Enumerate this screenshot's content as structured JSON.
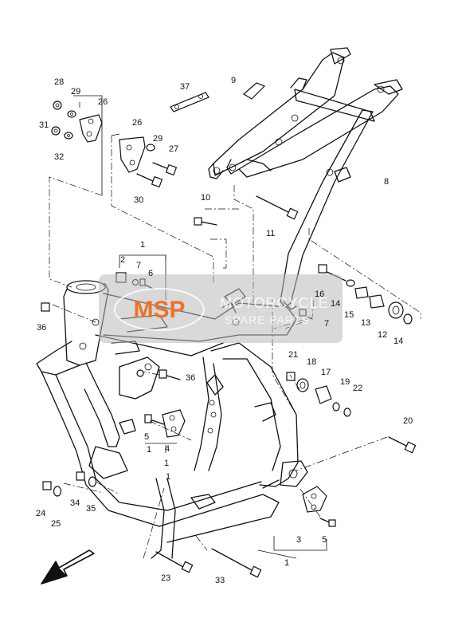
{
  "watermark": {
    "logo": "MSP",
    "line1": "MOTORCYCLE",
    "line2": "SPARE PARTS",
    "accent_color": "#e8742c",
    "panel_color": "#b9b9b9"
  },
  "labels": {
    "p1a": "1",
    "p1b": "1",
    "p1c": "1",
    "p1d": "1",
    "p1e": "1",
    "p2": "2",
    "p3": "3",
    "p4": "4",
    "p5a": "5",
    "p5b": "5",
    "p6": "6",
    "p7a": "7",
    "p7b": "7",
    "p8": "8",
    "p9": "9",
    "p10": "10",
    "p11": "11",
    "p12": "12",
    "p13": "13",
    "p14a": "14",
    "p14b": "14",
    "p15": "15",
    "p16": "16",
    "p17": "17",
    "p18": "18",
    "p19": "19",
    "p20": "20",
    "p21": "21",
    "p22": "22",
    "p23": "23",
    "p24": "24",
    "p25": "25",
    "p26a": "26",
    "p26b": "26",
    "p27": "27",
    "p28": "28",
    "p29a": "29",
    "p29b": "29",
    "p30": "30",
    "p31": "31",
    "p32": "32",
    "p33": "33",
    "p34": "34",
    "p35": "35",
    "p36a": "36",
    "p36b": "36",
    "p37": "37"
  },
  "direction_arrow": "front-direction-arrow"
}
